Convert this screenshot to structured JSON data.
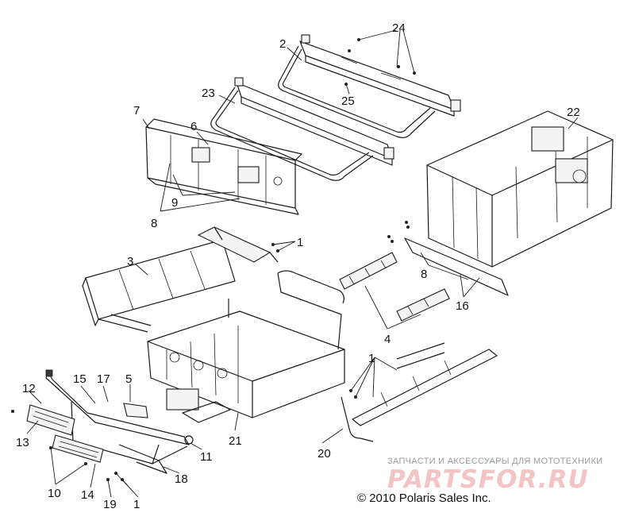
{
  "diagram": {
    "callouts": [
      "1",
      "2",
      "3",
      "4",
      "5",
      "6",
      "7",
      "8",
      "9",
      "10",
      "11",
      "12",
      "13",
      "14",
      "15",
      "16",
      "17",
      "18",
      "19",
      "20",
      "21",
      "22",
      "23",
      "24",
      "25"
    ]
  },
  "watermark": {
    "tagline": "ЗАПЧАСТИ И АКСЕССУАРЫ ДЛЯ МОТОТЕХНИКИ",
    "logo": "PARTSFOR.RU"
  },
  "copyright": "© 2010 Polaris Sales Inc.",
  "colors": {
    "line": "#1a1a1a",
    "watermark": "#f3c4c4",
    "background": "#ffffff"
  }
}
